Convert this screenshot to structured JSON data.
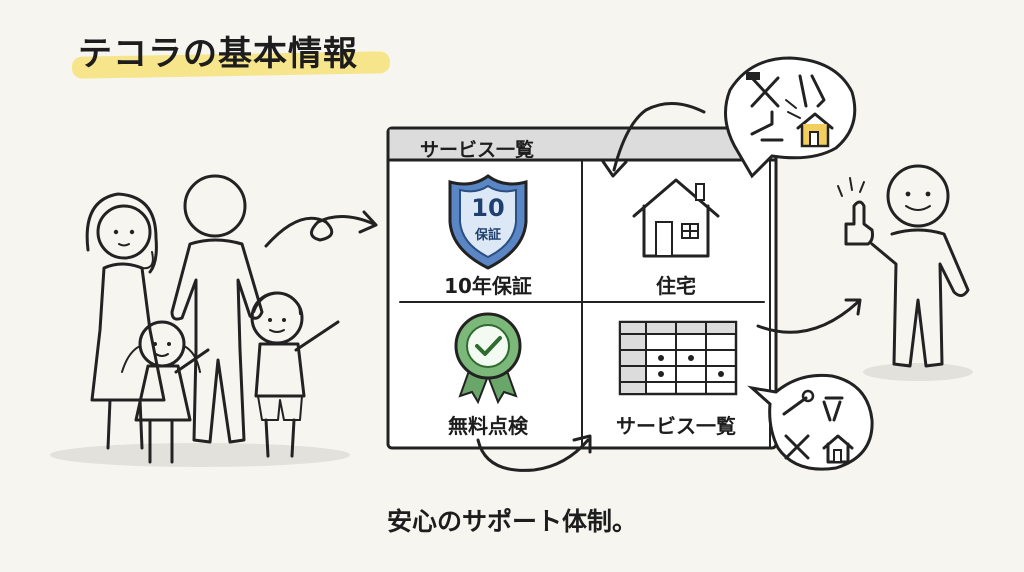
{
  "title": "テコラの基本情報",
  "panel": {
    "title": "サービス一覧",
    "cells": [
      {
        "label": "10年保証",
        "badge_number": "10",
        "badge_text": "保証",
        "icon": "shield-icon"
      },
      {
        "label": "住宅",
        "icon": "house-icon"
      },
      {
        "label": "無料点検",
        "icon": "award-check-icon"
      },
      {
        "label": "サービス一覧",
        "icon": "table-grid-icon"
      }
    ]
  },
  "caption": "安心のサポート体制。",
  "colors": {
    "background": "#f6f5f0",
    "highlight": "#f7e58b",
    "shield_blue": "#5b86c5",
    "badge_green": "#7bb87a",
    "house_yellow": "#f2cf5c",
    "panel_header": "#dcdcdc"
  }
}
